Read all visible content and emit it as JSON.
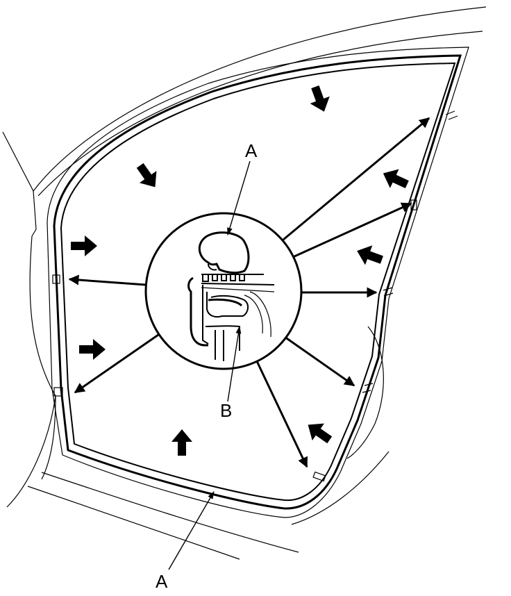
{
  "callouts": {
    "top_label": "A",
    "bottom_label": "A",
    "detail_label": "B"
  },
  "icons": [
    "press-arrow-icon",
    "direction-arrow-icon",
    "clip-marker-icon"
  ],
  "colors": {
    "line": "#000000",
    "background": "#ffffff"
  }
}
